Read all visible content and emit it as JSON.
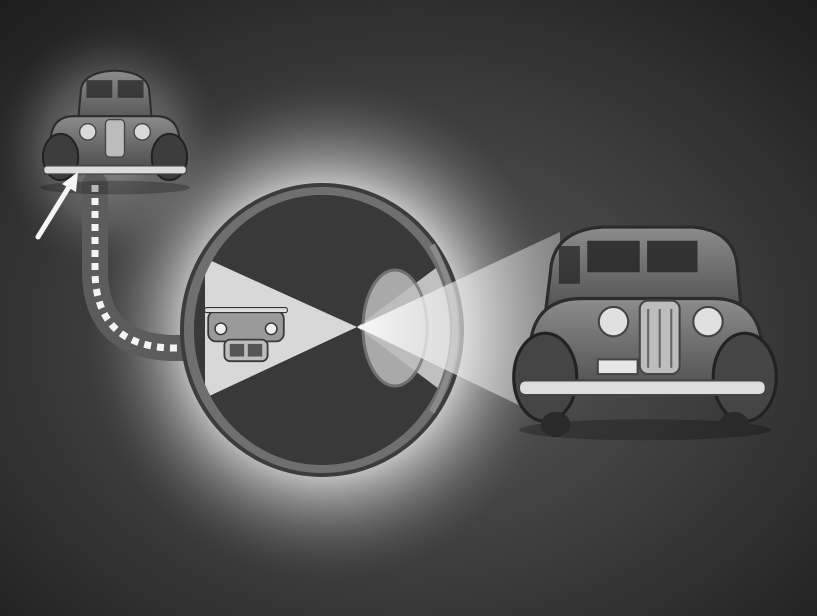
{
  "figure": {
    "style": "grayscale illustration",
    "colors": {
      "background_dark": "#1e1e1e",
      "background_mid": "#4a4a4a",
      "glow": "#f2f2f2",
      "eye_wall": "#6b6b6b",
      "eye_inner": "#9a9a9a",
      "car_body": "#7a7a7a",
      "car_chrome": "#d6d6d6"
    },
    "elements": [
      "small-car-icon",
      "pointer-arrow-icon",
      "optic-nerve-path",
      "eyeball-cross-section",
      "lens",
      "inverted-retinal-image-car-icon",
      "light-cone",
      "large-car-icon"
    ]
  }
}
